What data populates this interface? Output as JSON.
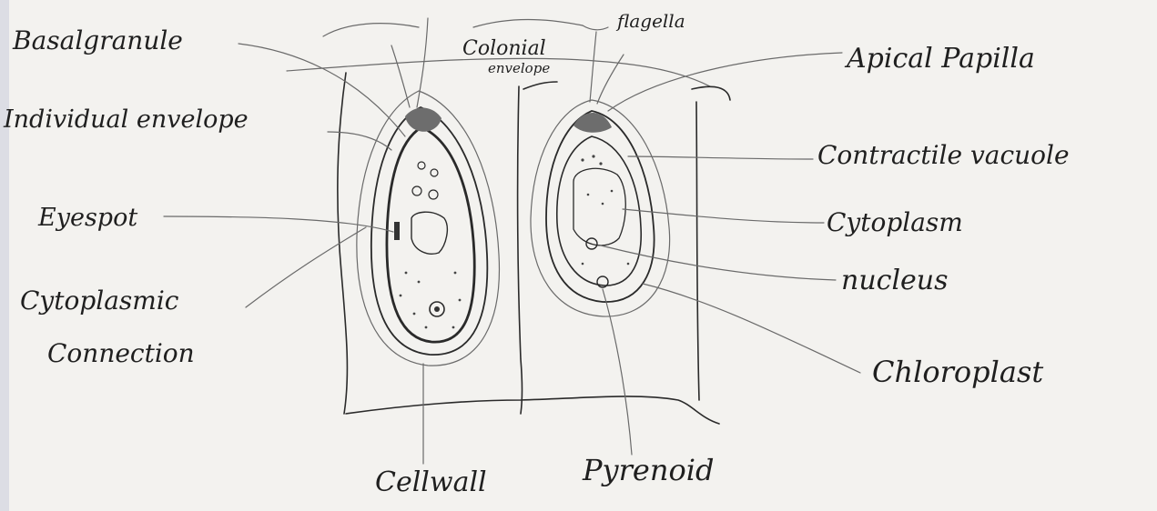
{
  "labels": {
    "basal_granule": "Basalgranule",
    "individual_envelope": "Individual envelope",
    "eyespot": "Eyespot",
    "cytoplasmic_connection_1": "Cytoplasmic",
    "cytoplasmic_connection_2": "Connection",
    "colonial_envelope_1": "Colonial",
    "colonial_envelope_2": "envelope",
    "flagella": "flagella",
    "apical_papilla": "Apical Papilla",
    "contractile_vacuole": "Contractile vacuole",
    "cytoplasm": "Cytoplasm",
    "nucleus": "nucleus",
    "chloroplast": "Chloroplast",
    "cellwall": "Cellwall",
    "pyrenoid": "Pyrenoid"
  }
}
